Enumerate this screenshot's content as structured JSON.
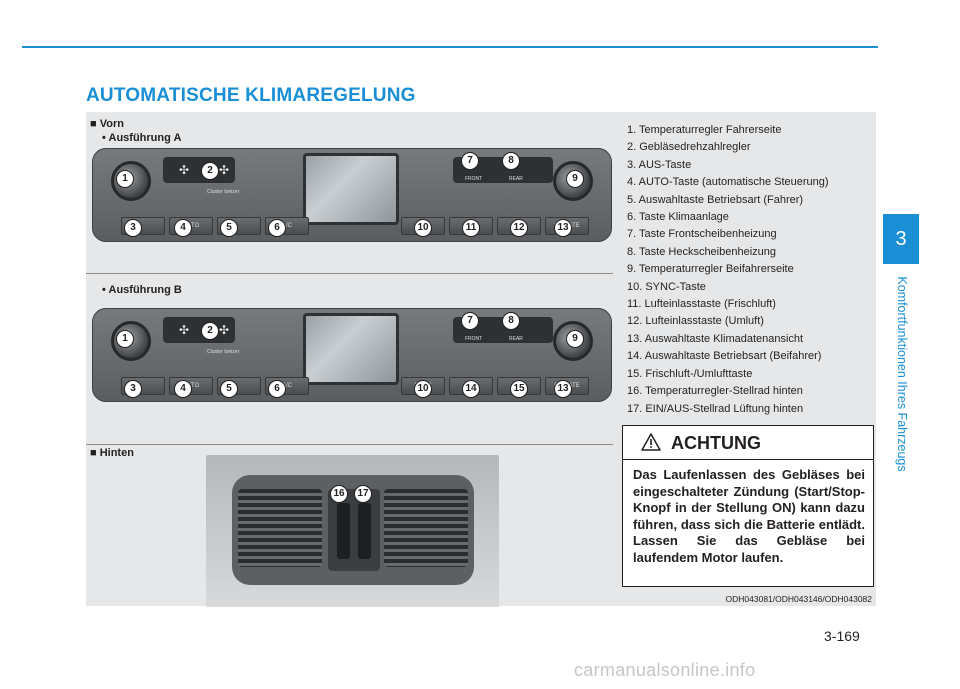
{
  "page_title": "AUTOMATISCHE KLIMAREGELUNG",
  "figure": {
    "front_label": "■ Vorn",
    "variant_a_label": "• Ausführung A",
    "variant_b_label": "• Ausführung B",
    "rear_label": "■ Hinten",
    "caption": "ODH043081/ODH043146/ODH043082",
    "panel_a_buttons": [
      "",
      "AUTO",
      "",
      "A/C",
      "SYNC",
      "",
      "",
      "CLIMATE"
    ],
    "panel_b_buttons": [
      "",
      "AUTO",
      "",
      "A/C",
      "SYNC",
      "",
      "",
      "CLIMATE"
    ],
    "panel_a_small": {
      "front": "FRONT",
      "rear": "REAR",
      "cluster": "Cluster Ionizer"
    },
    "panel_a_callouts": [
      "1",
      "2",
      "3",
      "4",
      "5",
      "6",
      "7",
      "8",
      "9",
      "10",
      "11",
      "12",
      "13"
    ],
    "panel_b_callouts": [
      "1",
      "2",
      "3",
      "4",
      "5",
      "6",
      "7",
      "8",
      "9",
      "10",
      "14",
      "15",
      "13"
    ],
    "rear_callouts": [
      "16",
      "17"
    ]
  },
  "legend": [
    "1. Temperaturregler Fahrerseite",
    "2. Gebläsedrehzahlregler",
    "3. AUS-Taste",
    "4. AUTO-Taste (automatische Steuerung)",
    "5. Auswahltaste Betriebsart (Fahrer)",
    "6. Taste Klimaanlage",
    "7. Taste Frontscheibenheizung",
    "8. Taste Heckscheibenheizung",
    "9. Temperaturregler Beifahrerseite",
    "10. SYNC-Taste",
    "11. Lufteinlasstaste (Frischluft)",
    "12. Lufteinlasstaste (Umluft)",
    "13. Auswahltaste Klimadatenansicht",
    "14. Auswahltaste Betriebsart (Beifahrer)",
    "15. Frischluft-/Umlufttaste",
    "16. Temperaturregler-Stellrad hinten",
    "17. EIN/AUS-Stellrad Lüftung hinten"
  ],
  "caution": {
    "title": "ACHTUNG",
    "icon": "warning-triangle-icon",
    "text": "Das Laufenlassen des Gebläses bei eingeschalteter Zündung (Start/Stop-Knopf in der Stellung ON) kann dazu führen, dass sich die Batterie entlädt. Lassen Sie das Gebläse bei laufendem Motor laufen."
  },
  "side_tab": {
    "chapter_number": "3",
    "chapter_title": "Komfortfunktionen Ihres Fahrzeugs"
  },
  "page_number": "3-169",
  "watermark": "carmanualsonline.info",
  "colors": {
    "accent": "#1a8fd6",
    "panel_bg": "#e6e7e8",
    "text": "#231f20"
  }
}
